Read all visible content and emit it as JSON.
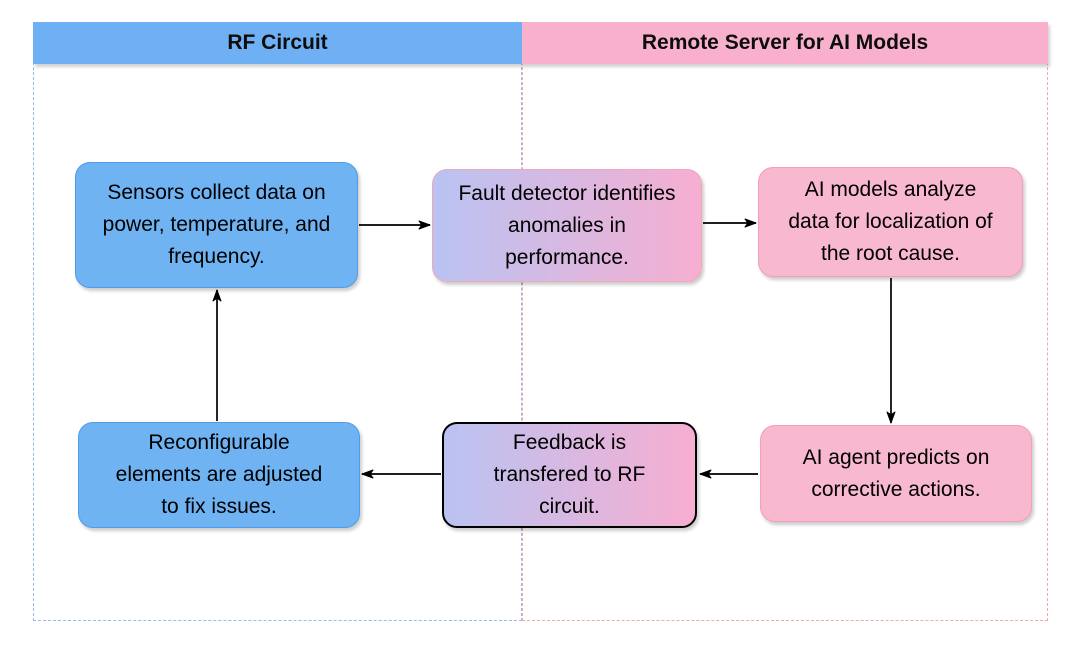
{
  "diagram": {
    "lanes": [
      {
        "id": "rf-circuit",
        "label": "RF Circuit",
        "fill": "#6fb0f4"
      },
      {
        "id": "remote-server",
        "label": "Remote Server for AI Models",
        "fill": "#f9b0cd"
      }
    ],
    "nodes": [
      {
        "id": "sensors",
        "lane": "rf-circuit",
        "style": "blue",
        "text": "Sensors collect data on\npower, temperature, and\nfrequency."
      },
      {
        "id": "fault-detector",
        "lane": "both",
        "style": "gradient",
        "text": "Fault detector identifies\nanomalies in\nperformance."
      },
      {
        "id": "ai-models",
        "lane": "remote-server",
        "style": "pink",
        "text": "AI models analyze\ndata for localization of\nthe root cause."
      },
      {
        "id": "reconfigurable-elements",
        "lane": "rf-circuit",
        "style": "blue",
        "text": "Reconfigurable\nelements are adjusted\nto fix issues."
      },
      {
        "id": "feedback",
        "lane": "both",
        "style": "gradient-black-border",
        "text": "Feedback is\ntransfered to RF\ncircuit."
      },
      {
        "id": "ai-agent",
        "lane": "remote-server",
        "style": "pink",
        "text": "AI agent predicts on\ncorrective actions."
      }
    ],
    "connections": [
      {
        "from": "sensors",
        "to": "fault-detector"
      },
      {
        "from": "fault-detector",
        "to": "ai-models"
      },
      {
        "from": "ai-models",
        "to": "ai-agent"
      },
      {
        "from": "ai-agent",
        "to": "feedback"
      },
      {
        "from": "feedback",
        "to": "reconfigurable-elements"
      },
      {
        "from": "reconfigurable-elements",
        "to": "sensors"
      }
    ],
    "colors": {
      "blue_fill": "#6fb3f2",
      "blue_border": "#4e9ceb",
      "pink_fill": "#f8b8cf",
      "pink_border": "#f29ebc",
      "gradient_left": "#b9c3f2",
      "gradient_right": "#f7aed1",
      "lane_dash_blue": "#9cb8ea",
      "lane_dash_pink": "#f5a8a3",
      "arrow": "#000000",
      "text": "#000000"
    }
  }
}
